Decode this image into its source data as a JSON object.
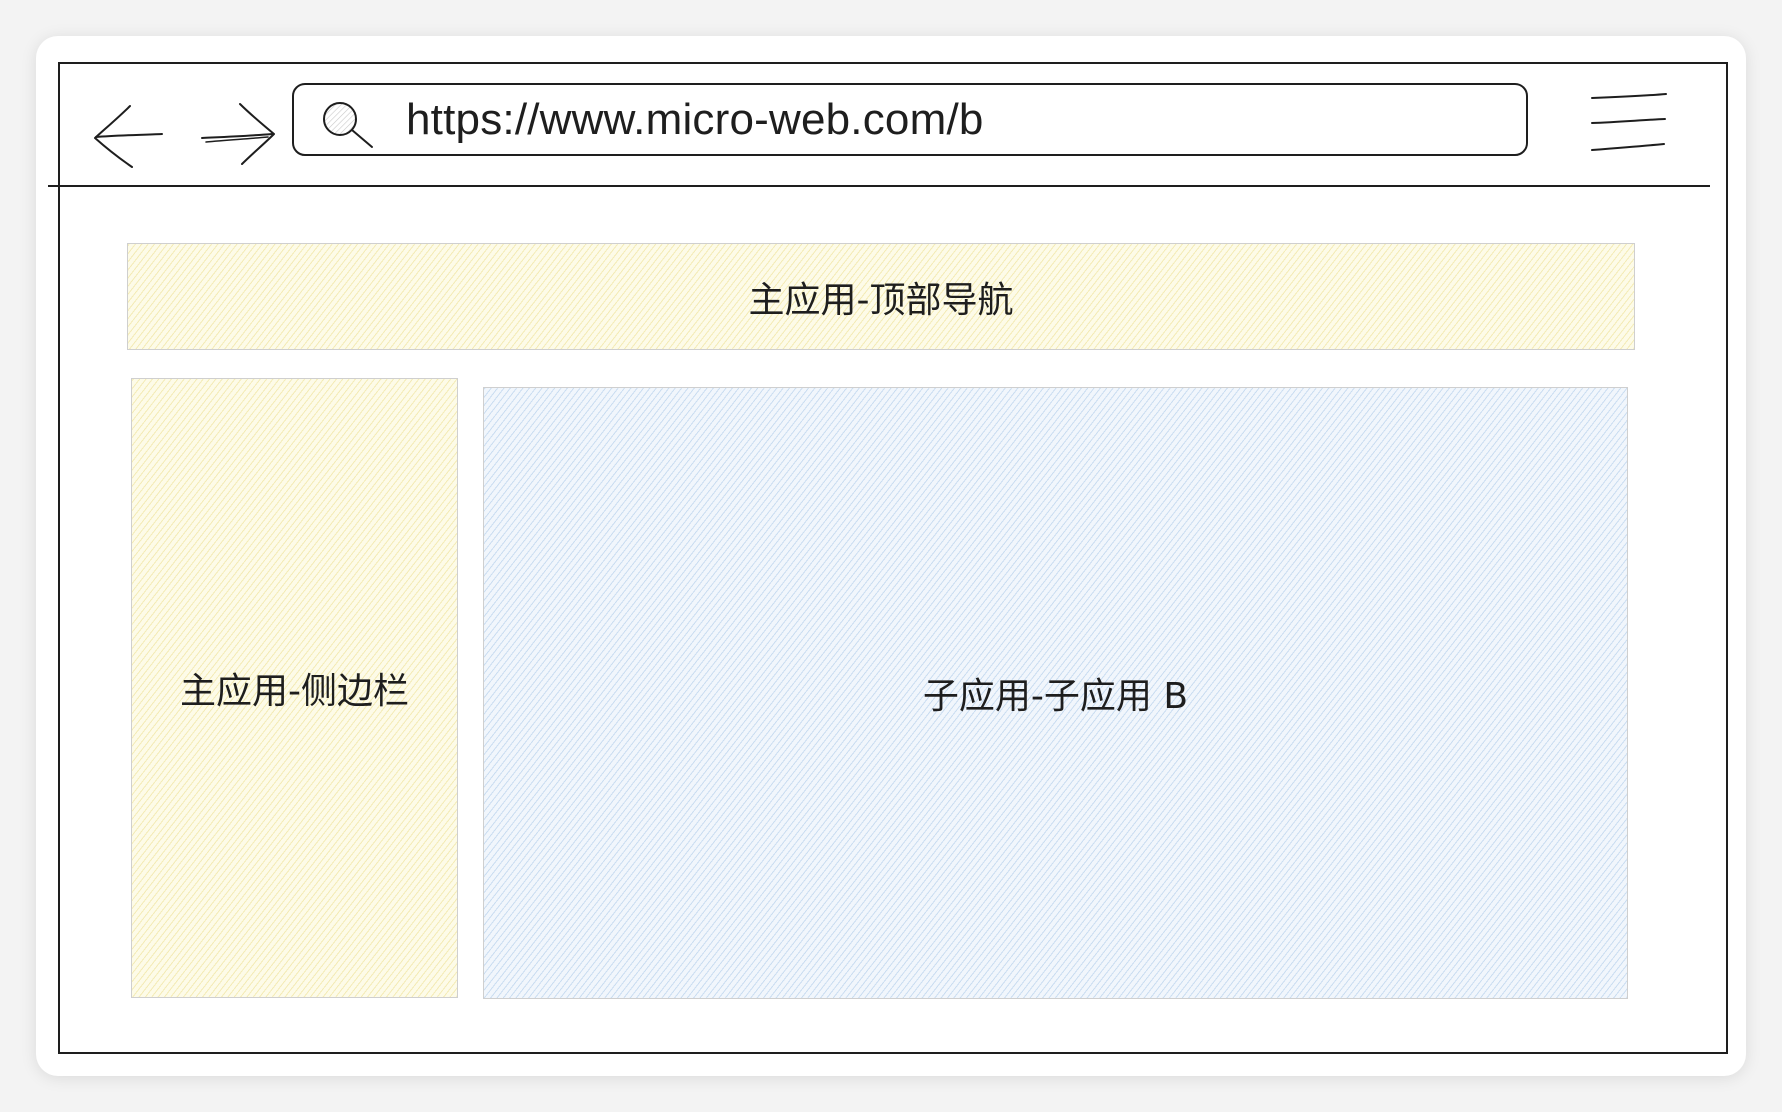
{
  "browser": {
    "back_icon": "back-arrow-icon",
    "forward_icon": "forward-arrow-icon",
    "search_icon": "search-icon",
    "url": "https://www.micro-web.com/b",
    "menu_icon": "hamburger-menu-icon"
  },
  "regions": {
    "top_nav_label": "主应用-顶部导航",
    "sidebar_label": "主应用-侧边栏",
    "sub_app_label": "子应用-子应用 B"
  },
  "colors": {
    "main_app": "#fdfbe8",
    "sub_app": "#f1f6fc",
    "stroke": "#1e1e1e"
  }
}
